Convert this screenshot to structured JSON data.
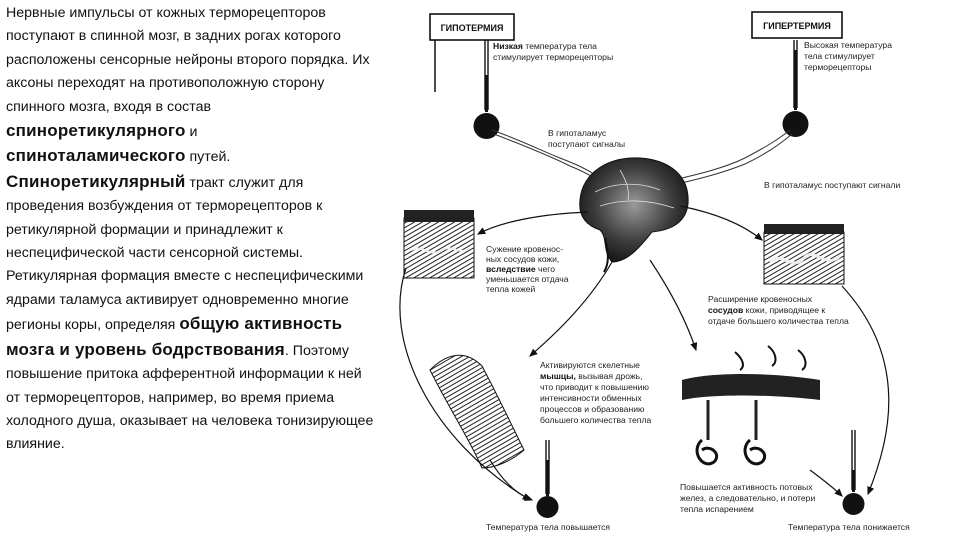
{
  "text": {
    "p1_a": "Нервные импульсы от кожных терморецепторов поступают в спинной мозг, в задних рогах которого расположены сенсорные нейроны второго порядка. Их аксоны переходят на противоположную сторону спинного мозга, входя в состав",
    "p1_b1": "спиноретикулярного",
    "p1_c": " и ",
    "p1_b2": "спиноталамического",
    "p1_d": " путей.",
    "p2_b1": "Спиноретикулярный",
    "p2_a": " тракт служит для проведения возбуждения от терморецепторов к ретикулярной формации и принадлежит к неспецифической части сенсорной системы. Ретикулярная формация вместе с неспецифическими ядрами таламуса активирует одновременно многие регионы коры, определяя ",
    "p2_b2": "общую активность мозга и уровень бодрствования",
    "p2_c": ". Поэтому повышение притока афферентной информации к ней от терморецепторов, например, во время приема холодного душа, оказывает на человека тонизирующее влияние."
  },
  "diagram": {
    "hypothermia_box": "ГИПОТЕРМИЯ",
    "hyperthermia_box": "ГИПЕРТЕРМИЯ",
    "hypo_note_bold": "Низкая",
    "hypo_note_1": "температура тела",
    "hypo_note_2": "стимулирует  терморецепторы",
    "hyper_note_1": "Высокая температура",
    "hyper_note_2": "тела стимулирует",
    "hyper_note_3": "терморецепторы",
    "hypothalamus_left_1": "В гипоталамус",
    "hypothalamus_left_2": "поступают сигналы",
    "hypothalamus_right": "В гипоталамус поступают сигнали",
    "vaso_con_1": "Сужение кровенос-",
    "vaso_con_2": "ных сосудов кожи,",
    "vaso_con_3_bold": "вследствие",
    "vaso_con_3": "чего",
    "vaso_con_4": "уменьшается отдача",
    "vaso_con_5": "тепла кожей",
    "vaso_dil_1": "Расширение кровеносных",
    "vaso_dil_2_bold": "сосудов",
    "vaso_dil_2": "кожи, приводящее к",
    "vaso_dil_3": "отдаче большего количества тепла",
    "muscle_1": "Активируются скелетные",
    "muscle_2_bold": "мышцы,",
    "muscle_2": "вызывая дрожь,",
    "muscle_3": "что приводит к повышению",
    "muscle_4": "интенсивности обменных",
    "muscle_5": "процессов и образованию",
    "muscle_6": "большего количества тепла",
    "sweat_1": "Повышается активность потовых",
    "sweat_2": "желез, а следовательно, и потери",
    "sweat_3": "тепла испарением",
    "temp_up": "Температура тела  повышается",
    "temp_down": "Температура тела  понижается"
  },
  "colors": {
    "ink": "#111111",
    "gray": "#555555",
    "tissue": "#3a3a3a"
  }
}
